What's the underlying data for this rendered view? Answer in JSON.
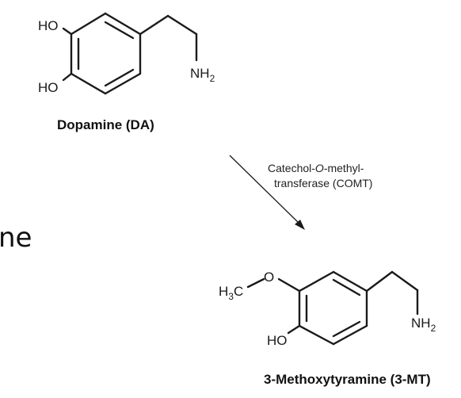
{
  "molecules": {
    "dopamine": {
      "name": "Dopamine (DA)",
      "atoms": {
        "ho_top": "HO",
        "ho_bottom": "HO",
        "amine_main": "NH",
        "amine_sub": "2"
      }
    },
    "methoxytyramine": {
      "name": "3-Methoxytyramine (3-MT)",
      "atoms": {
        "methyl_h": "H",
        "methyl_sub": "3",
        "methyl_c": "C",
        "oxygen": "O",
        "ho": "HO",
        "amine_main": "NH",
        "amine_sub": "2"
      }
    }
  },
  "reaction": {
    "enzyme_line1_a": "Catechol-",
    "enzyme_line1_o": "O",
    "enzyme_line1_b": "-methyl-",
    "enzyme_line2": "transferase (COMT)"
  },
  "cropped_text": "ne"
}
